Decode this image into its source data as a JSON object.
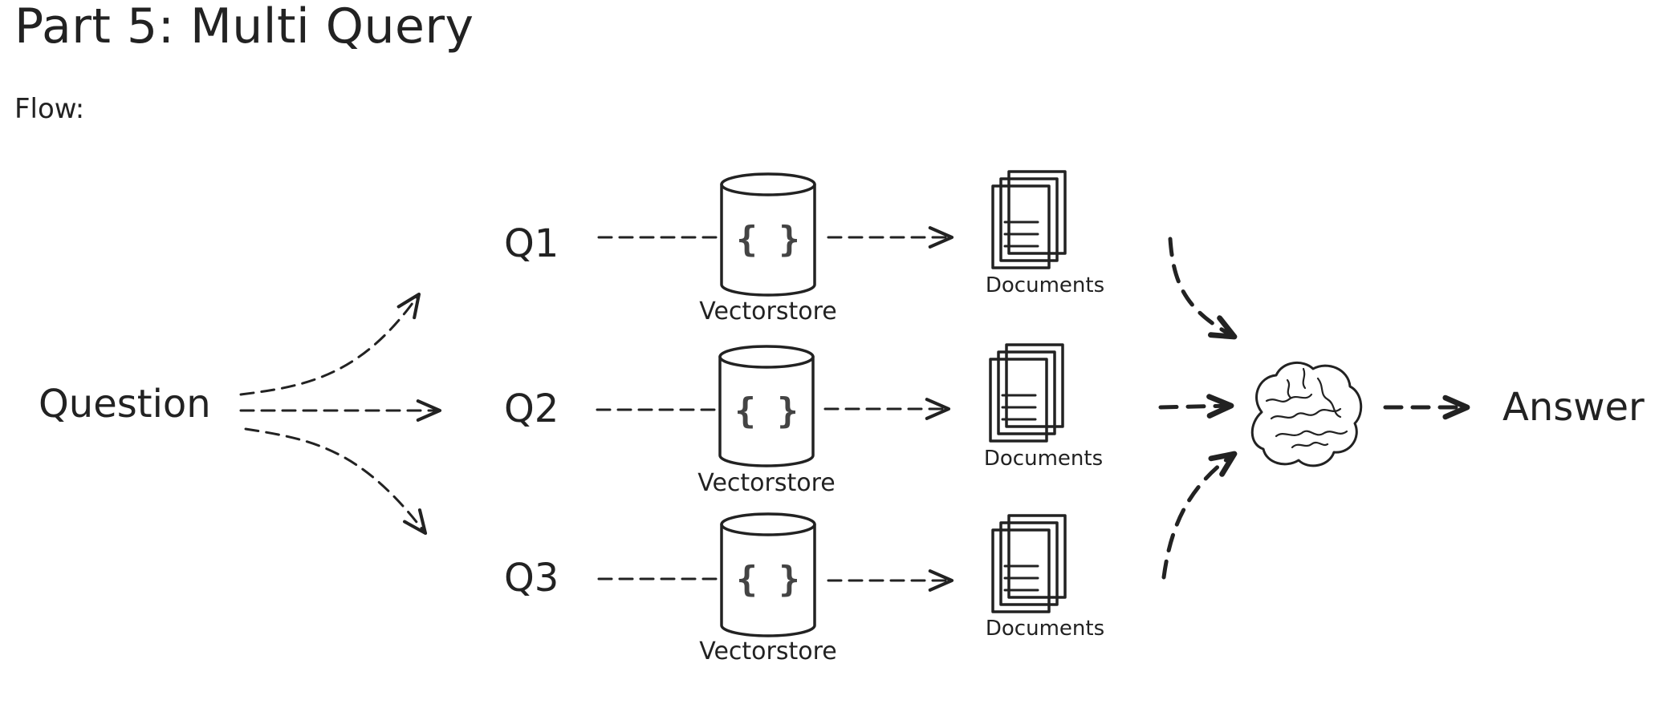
{
  "page": {
    "title": "Part 5: Multi Query",
    "flow_label": "Flow:"
  },
  "diagram": {
    "input_label": "Question",
    "queries": [
      {
        "label": "Q1",
        "store_label": "Vectorstore",
        "store_symbol": "{ }",
        "docs_label": "Documents"
      },
      {
        "label": "Q2",
        "store_label": "Vectorstore",
        "store_symbol": "{ }",
        "docs_label": "Documents"
      },
      {
        "label": "Q3",
        "store_label": "Vectorstore",
        "store_symbol": "{ }",
        "docs_label": "Documents"
      }
    ],
    "brain_icon": "brain-icon",
    "output_label": "Answer"
  }
}
